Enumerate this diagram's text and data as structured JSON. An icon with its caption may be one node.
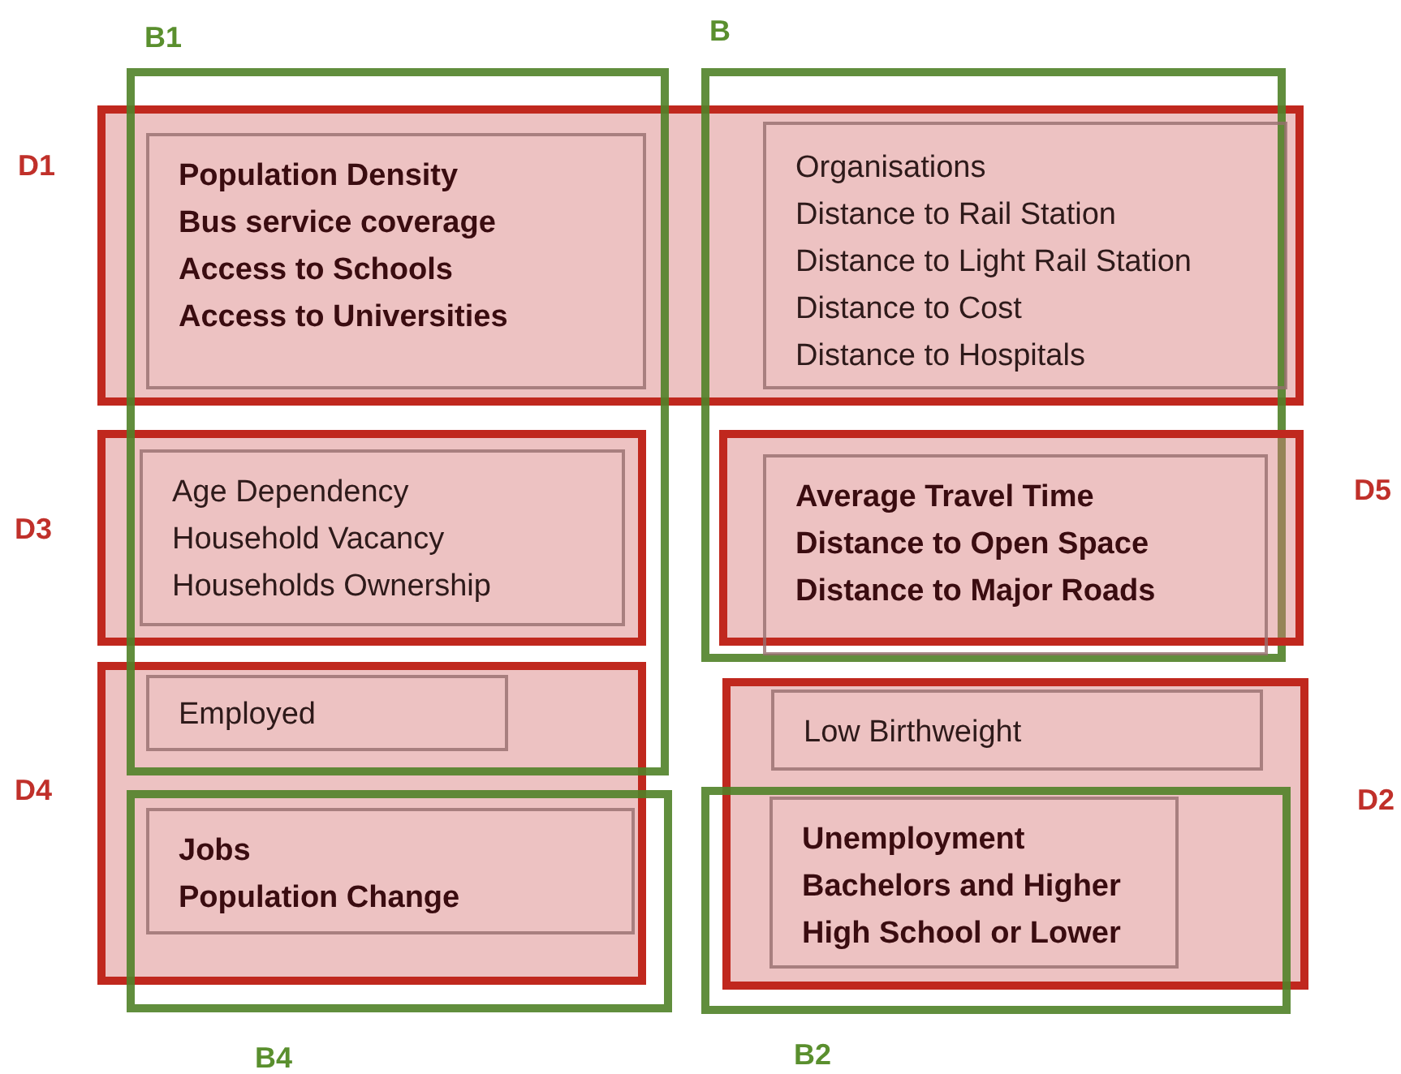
{
  "diagram": {
    "nodes": [
      {
        "text": [
          "B1"
        ]
      },
      {
        "text": [
          "B"
        ]
      },
      {
        "text": [
          "D1"
        ]
      },
      {
        "text": [
          "Population Density",
          "Bus service coverage",
          "Access to Schools",
          "Access to Universities"
        ]
      },
      {
        "text": [
          "Organisations",
          "Distance to Rail Station",
          "Distance to Light Rail Station",
          "Distance to Cost",
          "Distance to Hospitals"
        ]
      },
      {
        "text": [
          "D3"
        ]
      },
      {
        "text": [
          "Age Dependency",
          "Household Vacancy",
          "Households Ownership"
        ],
        "in": 5
      },
      {
        "text": [
          "D5"
        ],
        "in": 1
      },
      {
        "text": [
          "Average Travel Time",
          "Distance to Open Space",
          "Distance to Major Roads"
        ],
        "in": 7
      },
      {
        "text": [
          "D4"
        ]
      },
      {
        "text": [
          "Employed"
        ]
      },
      {
        "text": [
          "D2"
        ]
      },
      {
        "text": [
          "Low Birthweight"
        ],
        "in": 11
      },
      {
        "text": [
          "B4"
        ]
      },
      {
        "text": [
          "Jobs",
          "Population Change"
        ],
        "in": 13
      },
      {
        "text": [
          "B2"
        ]
      },
      {
        "text": [
          "Unemployment",
          "Bachelors and Higher",
          "High School or Lower"
        ],
        "in": 15
      }
    ]
  }
}
